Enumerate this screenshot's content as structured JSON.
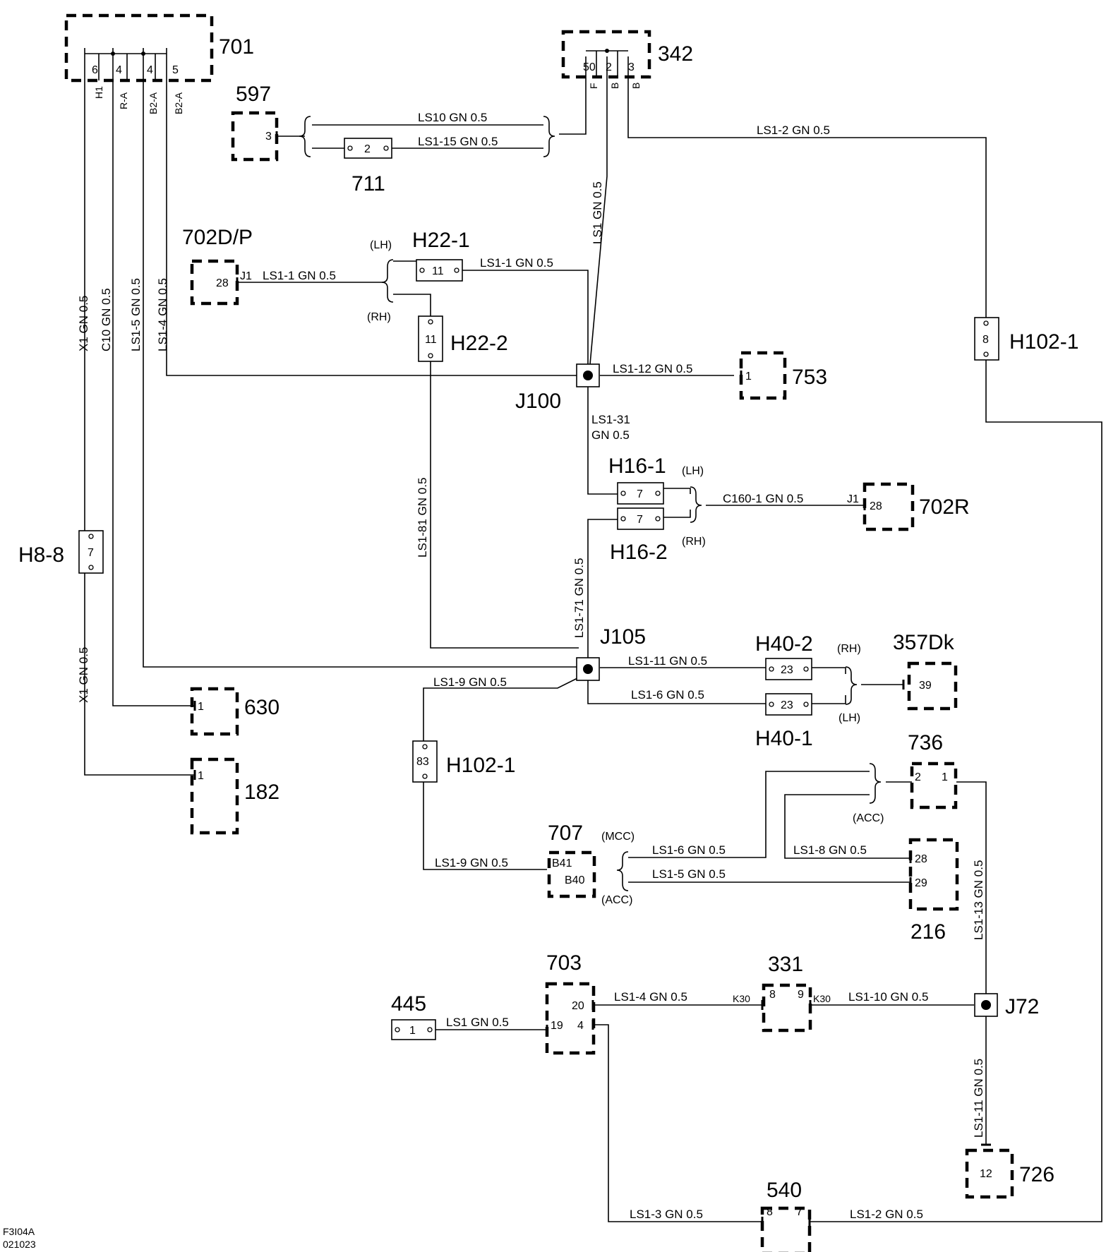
{
  "components": {
    "c701": "701",
    "c342": "342",
    "c597": "597",
    "c711": "711",
    "c702dp": "702D/P",
    "c753": "753",
    "c702r": "702R",
    "c357dk": "357Dk",
    "c630": "630",
    "c182": "182",
    "c736": "736",
    "c216": "216",
    "c707": "707",
    "c703": "703",
    "c445": "445",
    "c331": "331",
    "c540": "540",
    "c726": "726"
  },
  "connectors": {
    "h22_1": "H22-1",
    "h22_2": "H22-2",
    "h16_1": "H16-1",
    "h16_2": "H16-2",
    "h40_2": "H40-2",
    "h40_1": "H40-1",
    "h8_8": "H8-8",
    "h102_1_right": "H102-1",
    "h102_1_mid": "H102-1"
  },
  "junctions": {
    "j100": "J100",
    "j105": "J105",
    "j72": "J72"
  },
  "pins": {
    "p701": [
      "6",
      "4",
      "4",
      "5"
    ],
    "p701_sig": [
      "H1",
      "R-A",
      "B2-A",
      "B2-A"
    ],
    "p342": [
      "50",
      "2",
      "3"
    ],
    "p342_sig": [
      "F",
      "B",
      "B"
    ],
    "p597": "3",
    "p711": "2",
    "p702dp": "28",
    "p702dp_j": "J1",
    "p_h22_1": "11",
    "p_h22_2": "11",
    "p753": "1",
    "p_h16_1": "7",
    "p_h16_2": "7",
    "p702r": "28",
    "p702r_j": "J1",
    "p_h8_8": "7",
    "p_h40_2": "23",
    "p_h40_1": "23",
    "p357": "39",
    "p630": "1",
    "p182": "1",
    "p_h102_mid": "83",
    "p_h102_right": "8",
    "p736": [
      "2",
      "1"
    ],
    "p216": [
      "28",
      "29"
    ],
    "p707": [
      "B41",
      "B40"
    ],
    "p703": [
      "20",
      "19",
      "4"
    ],
    "p445": "1",
    "p331": [
      "8",
      "9"
    ],
    "p331_k": [
      "K30",
      "K30"
    ],
    "p540": [
      "8",
      "7"
    ],
    "p726": "12"
  },
  "variants": {
    "lh": "(LH)",
    "rh": "(RH)",
    "mcc": "(MCC)",
    "acc": "(ACC)"
  },
  "wires": {
    "w_x1_top": "X1  GN  0.5",
    "w_c10": "C10  GN  0.5",
    "w_ls1_5_v": "LS1-5  GN  0.5",
    "w_ls1_4_v": "LS1-4  GN  0.5",
    "w_ls1_10": "LS10  GN  0.5",
    "w_ls1_15": "LS1-15  GN  0.5",
    "w_ls1_2_top": "LS1-2  GN  0.5",
    "w_ls1_v": "LS1  GN  0.5",
    "w_ls1_1_left": "LS1-1  GN  0.5",
    "w_ls1_1_right": "LS1-1  GN  0.5",
    "w_ls1_12": "LS1-12  GN  0.5",
    "w_ls1_31a": "LS1-31",
    "w_ls1_31b": "GN  0.5",
    "w_c160": "C160-1  GN  0.5",
    "w_ls1_81": "LS1-81  GN  0.5",
    "w_ls1_71": "LS1-71  GN  0.5",
    "w_ls1_11_h": "LS1-11  GN  0.5",
    "w_ls1_6_h": "LS1-6  GN  0.5",
    "w_ls1_9_top": "LS1-9  GN  0.5",
    "w_x1_bot": "X1  GN  0.5",
    "w_ls1_9_bot": "LS1-9  GN  0.5",
    "w_ls1_6_mcc": "LS1-6  GN  0.5",
    "w_ls1_5_acc": "LS1-5  GN  0.5",
    "w_ls1_8": "LS1-8  GN  0.5",
    "w_ls1_13": "LS1-13  GN  0.5",
    "w_ls1_445": "LS1  GN  0.5",
    "w_ls1_4_h": "LS1-4  GN  0.5",
    "w_ls1_10_h": "LS1-10  GN  0.5",
    "w_ls1_11_v": "LS1-11  GN  0.5",
    "w_ls1_3": "LS1-3  GN  0.5",
    "w_ls1_2_bot": "LS1-2  GN  0.5"
  },
  "footer": {
    "code": "F3I04A",
    "date": "021023"
  }
}
